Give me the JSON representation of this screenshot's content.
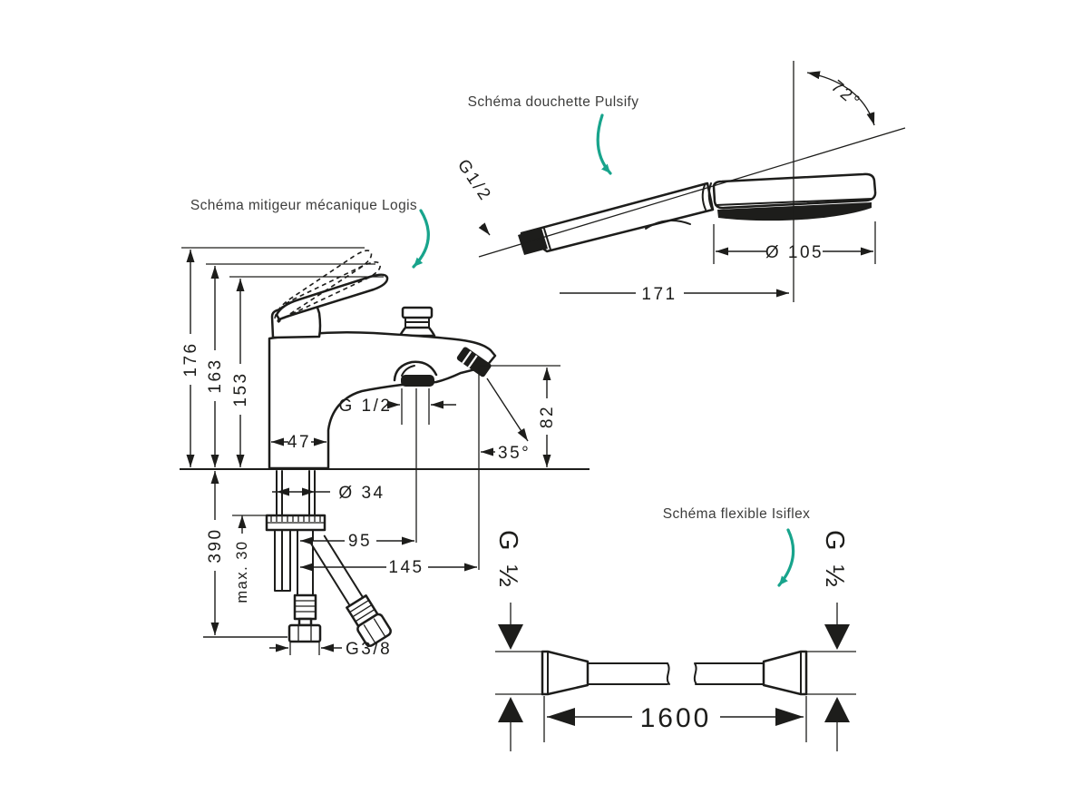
{
  "colors": {
    "ink": "#1d1d1b",
    "accent": "#18a48c",
    "title_text": "#3d3d3c",
    "background": "#ffffff"
  },
  "shower": {
    "title": "Schéma douchette Pulsify",
    "angle": "72°",
    "thread": "G1/2",
    "diameter": "Ø 105",
    "length": "171"
  },
  "mixer": {
    "title": "Schéma mitigeur mécanique Logis",
    "height_total": "176",
    "height_mid": "163",
    "height_low": "153",
    "base_width": "47",
    "spout_thread": "G 1/2",
    "outlet_height": "82",
    "outlet_angle": "35°",
    "shank_diameter": "Ø 34",
    "offset_spout": "95",
    "offset_outlet": "145",
    "below_deck": "390",
    "deck_max": "max. 30",
    "supply_thread": "G3/8"
  },
  "hose": {
    "title": "Schéma flexible Isiflex",
    "thread_left": "G ½",
    "thread_right": "G ½",
    "length": "1600"
  }
}
